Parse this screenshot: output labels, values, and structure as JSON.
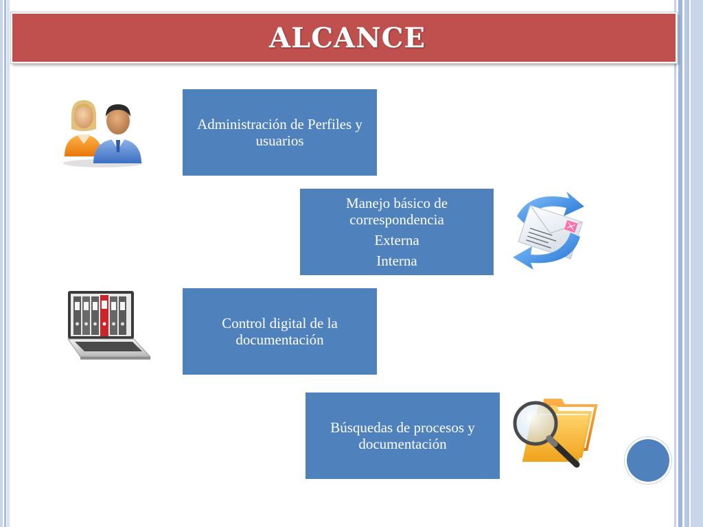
{
  "slide": {
    "title": "ALCANCE",
    "items": [
      {
        "lines": [
          "Administración de Perfiles y usuarios"
        ],
        "icon": "users-icon"
      },
      {
        "lines": [
          "Manejo básico de correspondencia",
          "Externa",
          "Interna"
        ],
        "icon": "email-icon"
      },
      {
        "lines": [
          "Control digital de la documentación"
        ],
        "icon": "laptop-binders-icon"
      },
      {
        "lines": [
          "Búsquedas de procesos y documentación"
        ],
        "icon": "folder-search-icon"
      }
    ]
  },
  "colors": {
    "title_bar": "#c0504d",
    "box": "#4f81bd",
    "text": "#ffffff"
  }
}
